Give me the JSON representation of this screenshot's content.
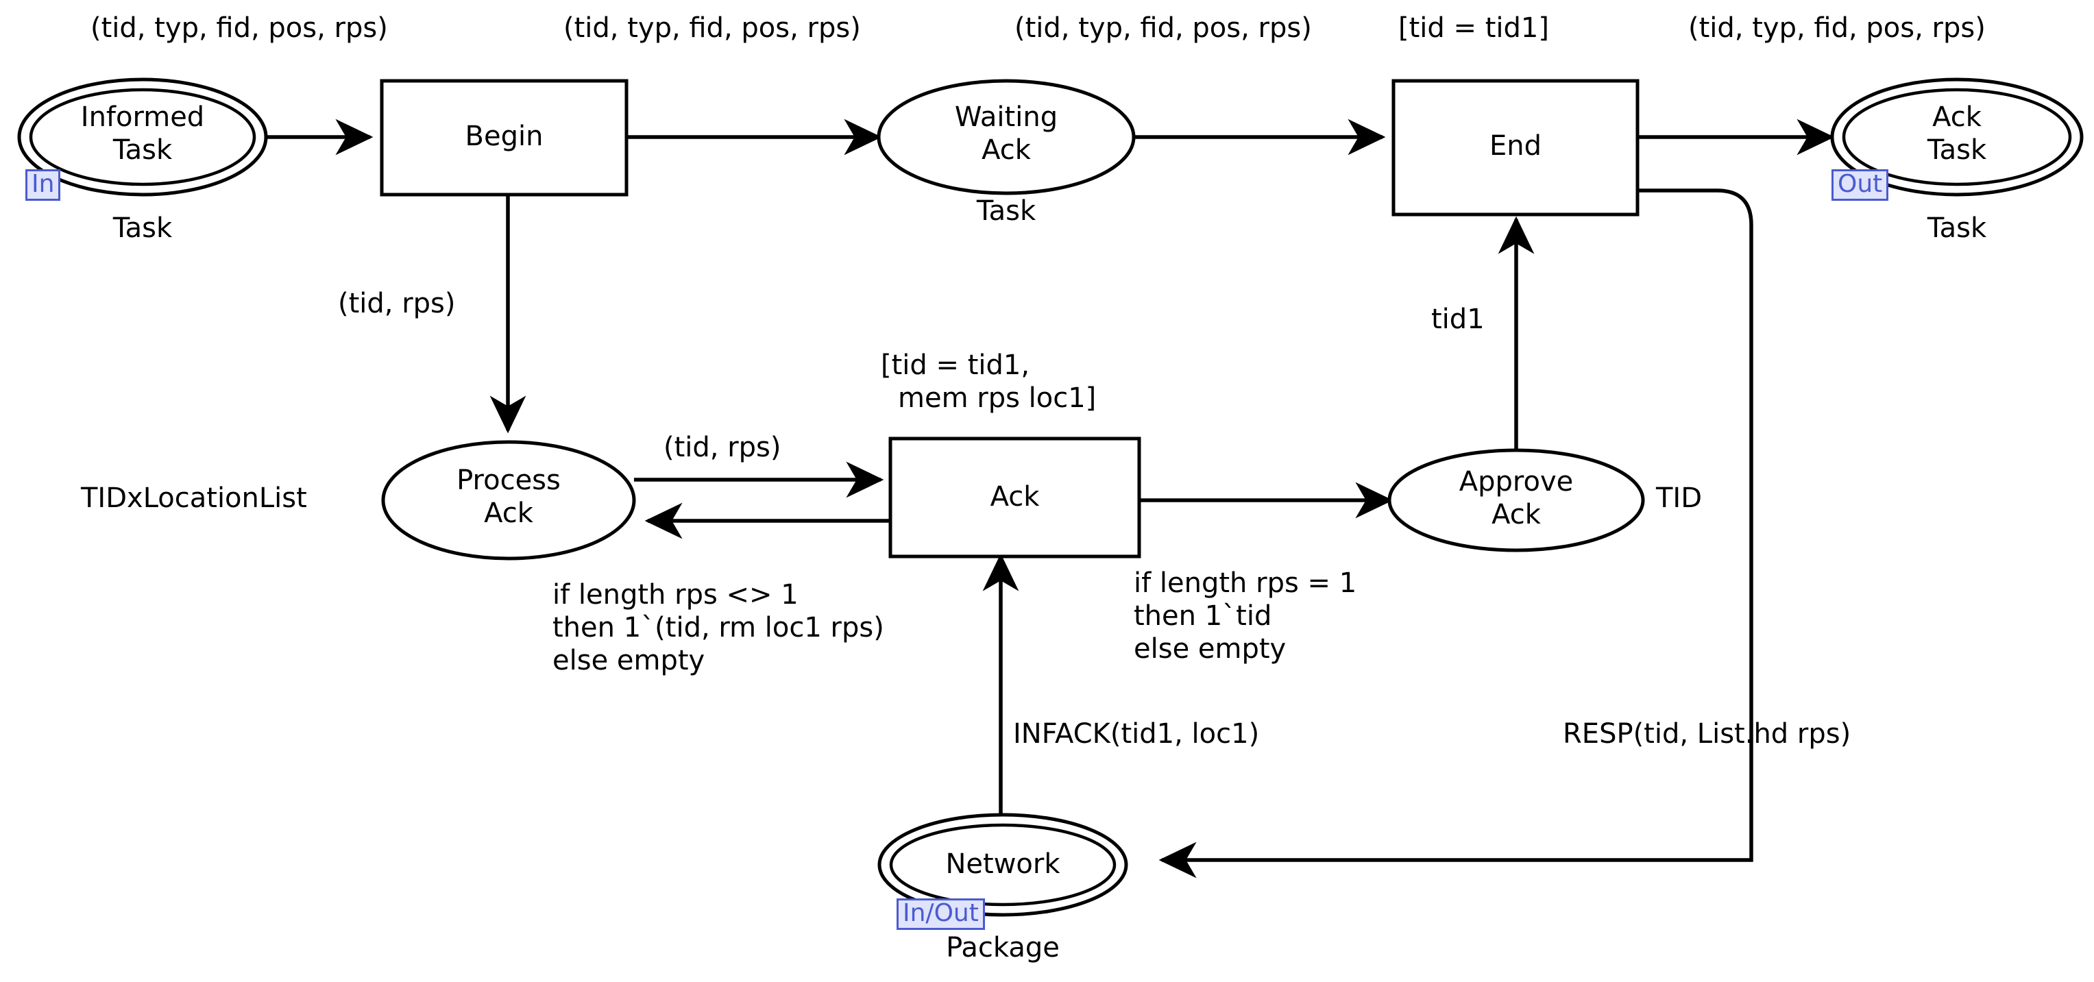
{
  "diagram": {
    "kind": "colored-petri-net",
    "title": "Ack subpage CPN",
    "colors": {
      "port_tag_text": "#4a5bd0",
      "port_tag_bg": "#dfe3fb",
      "stroke": "#000000",
      "canvas": "#ffffff"
    }
  },
  "places": [
    {
      "id": "informed-task",
      "label_line1": "Informed",
      "label_line2": "Task",
      "colour_set": "Task",
      "port": "In",
      "shape": "double-ellipse"
    },
    {
      "id": "waiting-ack",
      "label_line1": "Waiting",
      "label_line2": "Ack",
      "colour_set": "Task",
      "port": "",
      "shape": "ellipse"
    },
    {
      "id": "ack-task",
      "label_line1": "Ack",
      "label_line2": "Task",
      "colour_set": "Task",
      "port": "Out",
      "shape": "double-ellipse"
    },
    {
      "id": "process-ack",
      "label_line1": "Process",
      "label_line2": "Ack",
      "colour_set": "TIDxLocationList",
      "port": "",
      "shape": "ellipse"
    },
    {
      "id": "approve-ack",
      "label_line1": "Approve",
      "label_line2": "Ack",
      "colour_set": "TID",
      "port": "",
      "shape": "ellipse"
    },
    {
      "id": "network",
      "label_line1": "Network",
      "label_line2": "",
      "colour_set": "Package",
      "port": "In/Out",
      "shape": "double-ellipse"
    }
  ],
  "transitions": [
    {
      "id": "begin",
      "label": "Begin",
      "guard": ""
    },
    {
      "id": "end",
      "label": "End",
      "guard": "[tid = tid1]"
    },
    {
      "id": "ack",
      "label": "Ack",
      "guard_line1": "[tid = tid1,",
      "guard_line2": "mem rps loc1]"
    }
  ],
  "arcs": [
    {
      "id": "informed-to-begin",
      "from": "informed-task",
      "to": "begin",
      "inscription": "(tid, typ, fid, pos, rps)"
    },
    {
      "id": "begin-to-waiting",
      "from": "begin",
      "to": "waiting-ack",
      "inscription": "(tid, typ, fid, pos, rps)"
    },
    {
      "id": "waiting-to-end",
      "from": "waiting-ack",
      "to": "end",
      "inscription": "(tid, typ, fid, pos, rps)"
    },
    {
      "id": "end-to-acktask",
      "from": "end",
      "to": "ack-task",
      "inscription": "(tid, typ, fid, pos, rps)"
    },
    {
      "id": "begin-to-processack",
      "from": "begin",
      "to": "process-ack",
      "inscription": "(tid, rps)"
    },
    {
      "id": "processack-to-ack",
      "from": "process-ack",
      "to": "ack",
      "inscription": "(tid, rps)"
    },
    {
      "id": "ack-to-processack",
      "from": "ack",
      "to": "process-ack",
      "inscription_line1": "if length rps <> 1",
      "inscription_line2": "then 1`(tid, rm loc1 rps)",
      "inscription_line3": "else empty"
    },
    {
      "id": "ack-to-approveack",
      "from": "ack",
      "to": "approve-ack",
      "inscription_line1": "if length rps = 1",
      "inscription_line2": "then 1`tid",
      "inscription_line3": "else empty"
    },
    {
      "id": "approveack-to-end",
      "from": "approve-ack",
      "to": "end",
      "inscription": "tid1"
    },
    {
      "id": "network-to-ack",
      "from": "network",
      "to": "ack",
      "inscription": "INFACK(tid1, loc1)"
    },
    {
      "id": "end-to-network",
      "from": "end",
      "to": "network",
      "inscription": "RESP(tid, List.hd rps)"
    }
  ],
  "labels": {
    "arc_informed_begin": "(tid, typ, fid, pos, rps)",
    "arc_begin_waiting": "(tid, typ, fid, pos, rps)",
    "arc_waiting_end": "(tid, typ, fid, pos, rps)",
    "arc_end_acktask": "(tid, typ, fid, pos, rps)",
    "guard_end": "[tid = tid1]",
    "guard_ack_l1": "[tid = tid1,",
    "guard_ack_l2": "mem rps loc1]",
    "arc_begin_processack": "(tid, rps)",
    "arc_processack_ack": "(tid, rps)",
    "arc_ack_processack_l1": "if length rps <> 1",
    "arc_ack_processack_l2": "then 1`(tid, rm loc1 rps)",
    "arc_ack_processack_l3": "else empty",
    "arc_ack_approveack_l1": "if length rps = 1",
    "arc_ack_approveack_l2": "then 1`tid",
    "arc_ack_approveack_l3": "else empty",
    "arc_approveack_end": "tid1",
    "arc_network_ack": "INFACK(tid1, loc1)",
    "arc_end_network": "RESP(tid, List.hd rps)",
    "cs_informed_task": "Task",
    "cs_waiting_ack": "Task",
    "cs_ack_task": "Task",
    "cs_process_ack": "TIDxLocationList",
    "cs_approve_ack": "TID",
    "cs_network": "Package",
    "node_informed_l1": "Informed",
    "node_informed_l2": "Task",
    "node_begin": "Begin",
    "node_waiting_l1": "Waiting",
    "node_waiting_l2": "Ack",
    "node_end": "End",
    "node_acktask_l1": "Ack",
    "node_acktask_l2": "Task",
    "node_processack_l1": "Process",
    "node_processack_l2": "Ack",
    "node_ack": "Ack",
    "node_approveack_l1": "Approve",
    "node_approveack_l2": "Ack",
    "node_network": "Network",
    "port_in": "In",
    "port_out": "Out",
    "port_inout": "In/Out"
  }
}
